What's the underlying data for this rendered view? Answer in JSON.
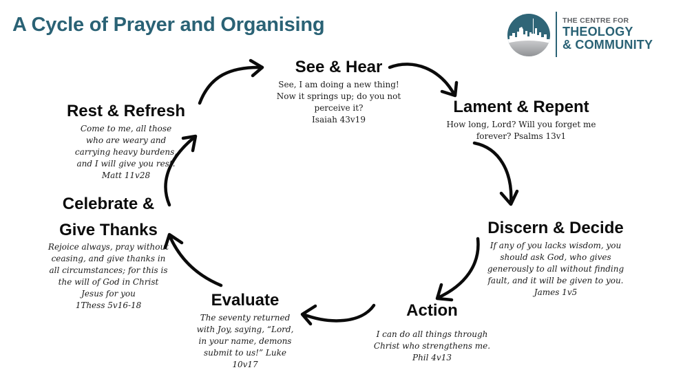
{
  "title": "A Cycle of Prayer and Organising",
  "logo": {
    "line1": "THE CENTRE FOR",
    "line2": "THEOLOGY",
    "line3": "& COMMUNITY",
    "icon": "city-skyline-icon",
    "colors": {
      "primary": "#2a6275",
      "secondary": "#5c5f63",
      "ground": "#a9aaac"
    }
  },
  "stages": [
    {
      "name": "see-hear",
      "title": "See & Hear",
      "verse": "See, I am doing a new thing! Now it springs up; do you not perceive it?",
      "reference": "Isaiah 43v19",
      "italic": false
    },
    {
      "name": "lament-repent",
      "title": "Lament & Repent",
      "verse": "How long, Lord? Will you forget me forever? Psalms 13v1",
      "reference": "",
      "italic": false
    },
    {
      "name": "discern-decide",
      "title": "Discern & Decide",
      "verse": "If any of you lacks wisdom, you should ask God, who gives generously to all without finding fault, and it will be given to you.",
      "reference": "James 1v5",
      "italic": true
    },
    {
      "name": "action",
      "title": "Action",
      "verse": "I can do all things through Christ who strengthens me.",
      "reference": "Phil 4v13",
      "italic": true
    },
    {
      "name": "evaluate",
      "title": "Evaluate",
      "verse": "The seventy returned with Joy, saying, “Lord, in your name, demons submit to us!” Luke 10v17",
      "reference": "",
      "italic": true
    },
    {
      "name": "celebrate-give-thanks",
      "title_line1": "Celebrate &",
      "title_line2": "Give Thanks",
      "verse": "Rejoice always, pray without ceasing, and give thanks in all circumstances; for this is the will of God in Christ Jesus for you",
      "reference": "1Thess 5v16-18",
      "italic": true
    },
    {
      "name": "rest-refresh",
      "title": "Rest & Refresh",
      "verse": "Come to me, all those who are weary and carrying heavy burdens, and I will give you rest.",
      "reference": "Matt 11v28",
      "italic": true
    }
  ],
  "arrows": [
    {
      "from": "rest-refresh",
      "to": "see-hear",
      "icon": "curved-arrow-icon"
    },
    {
      "from": "see-hear",
      "to": "lament-repent",
      "icon": "curved-arrow-icon"
    },
    {
      "from": "lament-repent",
      "to": "discern-decide",
      "icon": "curved-arrow-icon"
    },
    {
      "from": "discern-decide",
      "to": "action",
      "icon": "curved-arrow-icon"
    },
    {
      "from": "action",
      "to": "evaluate",
      "icon": "curved-arrow-icon"
    },
    {
      "from": "evaluate",
      "to": "celebrate-give-thanks",
      "icon": "curved-arrow-icon"
    },
    {
      "from": "celebrate-give-thanks",
      "to": "rest-refresh",
      "icon": "curved-arrow-icon"
    }
  ]
}
